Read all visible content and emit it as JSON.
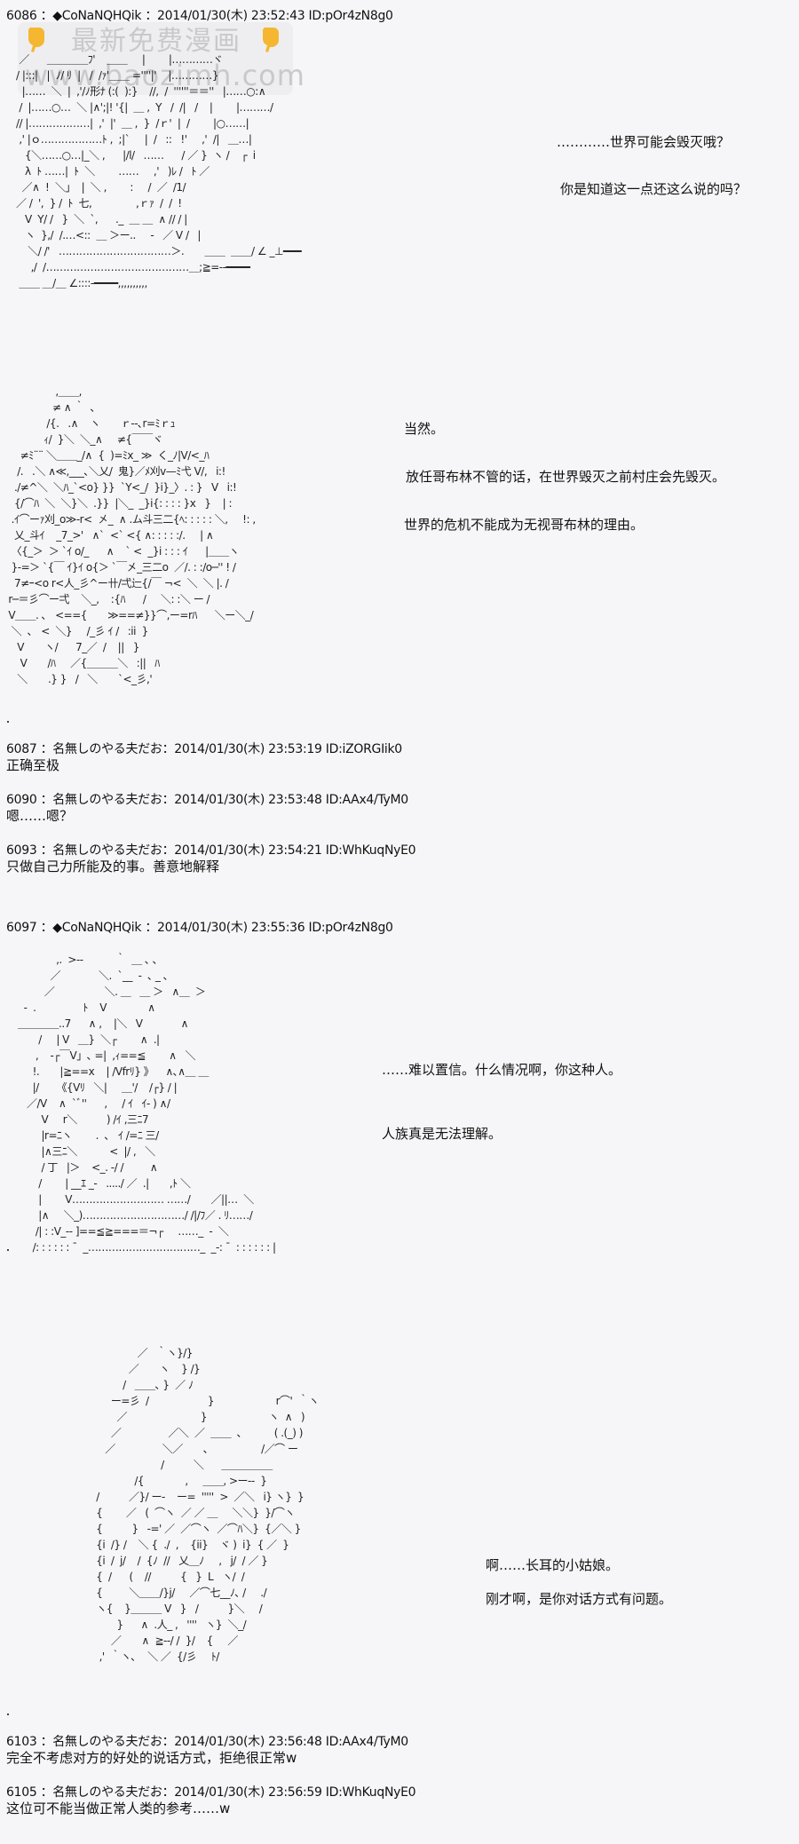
{
  "watermark": {
    "line1": "最新免费漫画",
    "line2": "www.baozimh.com",
    "icon": "pointing-hand-icon"
  },
  "posts": [
    {
      "header": "6086 ：◆CoNaNQHQik ：2014/01/30(木) 23:52:43 ID:pOr4zN8g0",
      "dialogue": [
        "…………世界可能会毁灭哦？",
        "你是知道这一点还这么说的吗？"
      ]
    },
    {
      "dialogue": [
        "当然。",
        "放任哥布林不管的话，在世界毁灭之前村庄会先毁灭。",
        "世界的危机不能成为无视哥布林的理由。"
      ]
    },
    {
      "header": "6087 ：名無しのやる夫だお：2014/01/30(木) 23:53:19 ID:iZORGIik0",
      "body": "正确至极"
    },
    {
      "header": "6090 ：名無しのやる夫だお：2014/01/30(木) 23:53:48 ID:AAx4/TyM0",
      "body": "嗯……嗯？"
    },
    {
      "header": "6093 ：名無しのやる夫だお：2014/01/30(木) 23:54:21 ID:WhKuqNyE0",
      "body": "只做自己力所能及的事。善意地解释"
    },
    {
      "header": "6097 ：◆CoNaNQHQik ：2014/01/30(木) 23:55:36 ID:pOr4zN8g0",
      "dialogue": [
        "……难以置信。什么情况啊，你这种人。",
        "人族真是无法理解。"
      ]
    },
    {
      "dialogue": [
        "啊……长耳的小姑娘。",
        "刚才啊，是你对话方式有问题。"
      ]
    },
    {
      "header": "6103 ：名無しのやる夫だお：2014/01/30(木) 23:56:48 ID:AAx4/TyM0",
      "body": "完全不考虑对方的好处的说话方式，拒绝很正常w"
    },
    {
      "header": "6105 ：名無しのやる夫だお：2014/01/30(木) 23:56:59 ID:WhKuqNyE0",
      "body": "这位可不能当做正常人类的参考……w"
    }
  ],
  "aa": {
    "block1": " ／      ＿＿＿＿ﾌ'    ＿＿     |        |…………ヾ\n/ |:::|   |  ﾉ/ ﾘ  |   /  /ｧ'＿＿ =''''|'    |…………}\n  |……  ＼  |  ,'/ﾉ形ﾅ (:(  ):}    //,  /  ''''''＝＝''   |……○:∧\n /  |……○…  ＼ |∧';|! '{|  ＿ ,  Y   /  /|   /    |        |………/\n// |………………|  ,'  |'  ＿ ,  }  /ｒ'  |  /        |○……|\n ,' |ｏ………………ﾄ ,  ;|`     |  /   ::   !'     ,'  /|   ＿…|\n   {＼……○…|_＼ ,      |/l/   ……      / ／ }  ヽ /    ┌  i\n   λ  ﾄ ……|  ﾄ  ＼        ……     ,'   )ﾚ /   ﾄ ／\n  ／∧  !  ＼」  |  ＼ ,        :     /  ／  /1/\n／ /  ',  } /  ﾄ  七,               ,ｒｧ  /  /  !\n   V  Y/ /   }  ＼  `,      ._  ＿ ＿  ∧ // / |\n   ヽ  },/  /.…<::  ＿ ＞ー..     -   ／ V /   |\n    ＼/ /'   ……………………………＞.       ＿＿  ＿＿/ ∠ _⊥━━━\n     ,/  /……………………………………＿;≧=--━━━━\n ＿＿ ＿/＿ ∠::::-━━━━,,,,,,,,,,",
    "block2": "                 ,＿＿,\n                ≠ ∧ ｀  ､\n              /{.   .∧    ヽ       ｒ--､r=ﾐｒｭ\n             ｨ/  }＼  ＼_∧     ≠{￣￣ヾ\n     ≠ﾐ¨¨ ＼＿＿_/∧  {  )=ﾐx_ ≫  く_ﾉ|V/<_ﾊ\n    /.   .＼ ∧≪,___､＼乂/  鬼}／ﾒ刈v—ﾐ弋 V/,   i:!\n   ./≠^＼  ＼ﾊ_`<o} }}  `Y<_/  }i}_〉. : }   V   i:!\n   {/⌒ﾊ  ＼  ＼}＼  .}}  |＼_  _}i{: : : : }x   }    | :\n  .ｲ⌒ーｧ刈_o≫-r<  㐅_  ∧ .ム斗三二{ﾍ: : : : : ＼,     !: ,\n   乂_斗ｲ    _7_>'   ∧`  <` <{ ∧: : : : :/.     | ∧\n  〈{_＞  ＞ `ｲ o/_      ∧    ` <  _}i : : : ｲ      |＿＿ヽ\n  }-=＞ `{￣ ｲ}ｲ o{＞ `￣㐅_三二o  ／/. : :/o─'' ! /\n   7≠ｰ<o r<人_彡^ー卄/弌辷{/￣ ¬<  ＼  ＼ |. /\n r─＝彡⌒ー弌    ＼_,    :{ﾊ      /     ＼: :＼ ー /\n V＿＿. ､   <=={       ≫==≠}}⌒,ー=rﾊ      ＼ー＼_/\n  ＼  ､   <  ＼}     /_彡 ｲ /   :ii  }\n    V       ヽ/      7_／  /    ||   }\n     V       /ﾊ     ／{＿＿＿＼   :||   ﾊ\n    ＼       .} }   /   ＼       `<_彡,'",
    "block3": "             ,.  >--           ｀  ＿ ､ ､\n           ／             ＼.  `__  -  ､ _ ､\n         ／                 ＼. ＿   ＿ ＞   ∧＿  ＞\n  -  .                ﾄ    V              ∧\n＿＿＿＿..7      ∧ ,    |＼   V             ∧\n       /     | V   ＿}  ＼┌        ∧  .|\n      ,    -┌￣V」､ =|  ,ｨ==≦        ∧   ＼\n     !.       |≧==x    | /Vfrﾘ} 》    ∧､∧＿ ＿\n     |/      《{Vﾘ   ＼|     ＿'/    /┌} / |\n   ／/V    ∧  `ﾞ''      ,     / ｲ   ｲ- ) ∧/\n        V     r＼          ) /ｲ ,三ﾆ7\n        |r=ﾆヽ        .  ､   ｲ /=ﾆ 三/\n        |∧三ﾆ＼           <  |/ ,   ＼\n        / 丁   |＞    <_. -/ /         ∧\n       /        | __ｴ _-   ...../ ／  .|       ,ﾄ ＼\n       |        V……………………… ……/       ／||…  ＼\n       |∧     ＼_)…………………………/ /|/ﾌ／ . ﾘ……/\n      /| : :V_-- ]==≦≧===＝¬┌     ……_  ‐  ＼\n     /: : : : : : ˉ  _……………………………_  _-: ˉ  : : : : : : |",
    "block4": "                  ／   ｀ヽ}/}\n               ／       ヽ    } /}\n             /   ＿＿､ }  ／ ﾉ\n         ー=彡  /                    }                     r⌒'  ｀ヽ\n           ／                         }                     ヽ  ∧   )\n         ／                ／＼  ／  ＿＿  ､           ( .(_) )\n       ／                ＼／       ､                  /／⌒ ー\n                          /          ＼      ＿＿＿＿＿\n                 /{              ,     ＿＿, >ー-‐  }\n    /          ／}/ ー-    ー=  '''''  >  ／＼   i} ヽ}  }\n    {        ／   (  ⌒ヽ  ／ ／ ＿     ＼＼}  }/⌒ヽ\n    {          }   -=' ／  ／⌒ヽ  ／⌒ﾊ＼}  {／＼ }\n    {i  /} /    ＼ {  ./  ,    {ii}    ヾ )  i}  { ／  }\n    {i  /  j/    /  {ﾉ  //   乂＿ﾉ     ,   j/  / ／ }\n    {  /      (    //          {   }  L   ヽ/  /\n    {         ＼＿＿/}j/     ／⌒七__ﾉ､ /     ./\n    ヽ{    }＿＿＿ V   }   /          }＼     /\n           }      ∧  .人_ ,   ''''   ヽ}  ＼_/\n         ／       ∧  ≧-‐/ /  }/    {     ／\n     ,'  ｀ヽ､    ＼ ／  {/彡     ﾄ/"
  }
}
